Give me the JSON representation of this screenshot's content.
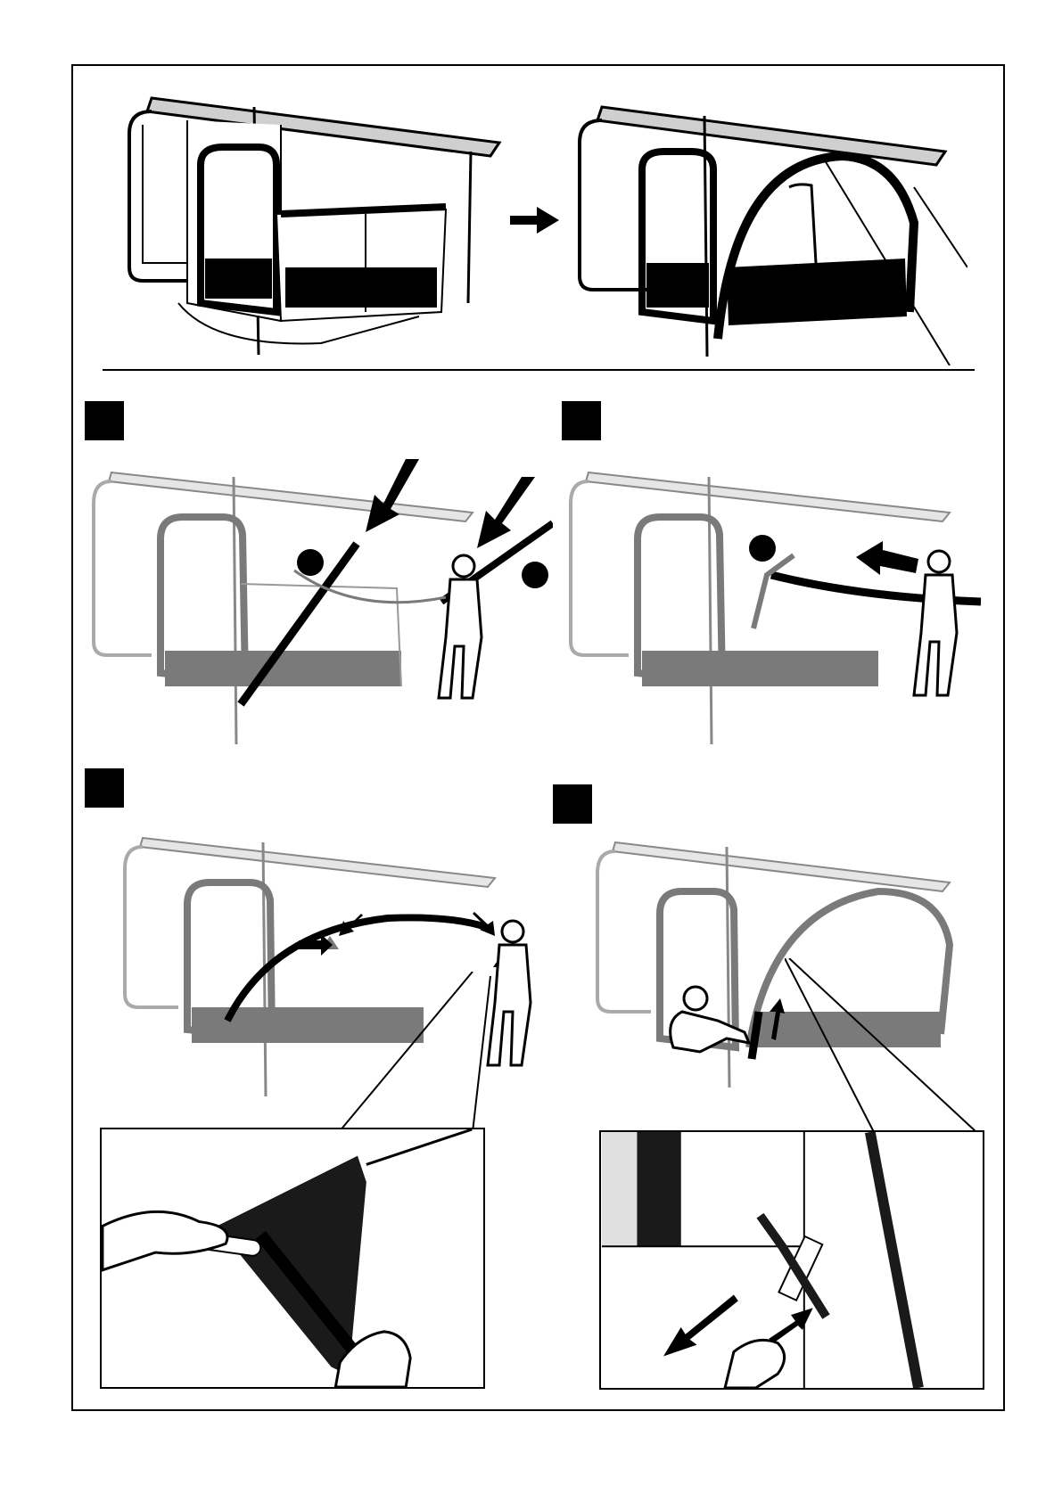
{
  "document": {
    "type": "assembly-instructions",
    "overview": {
      "before": "awning-with-side-panel",
      "after": "awning-with-curved-arch-frame",
      "arrow_icon": "right-arrow-icon"
    },
    "steps": [
      {
        "label": "",
        "description": "insert-pole-into-sleeves",
        "callouts": 2
      },
      {
        "label": "",
        "description": "push-pole-through-sleeve",
        "callouts": 1
      },
      {
        "label": "",
        "description": "connect-pole-sections-into-arch"
      },
      {
        "label": "",
        "description": "secure-pole-end-with-strap"
      }
    ],
    "details": [
      {
        "name": "corner-pocket-detail"
      },
      {
        "name": "strap-tensioning-detail"
      }
    ]
  },
  "colors": {
    "ink": "#000000",
    "panel_gray": "#7a7a7a",
    "light_gray": "#cfcfcf",
    "fabric_dark": "#1a1a1a"
  }
}
